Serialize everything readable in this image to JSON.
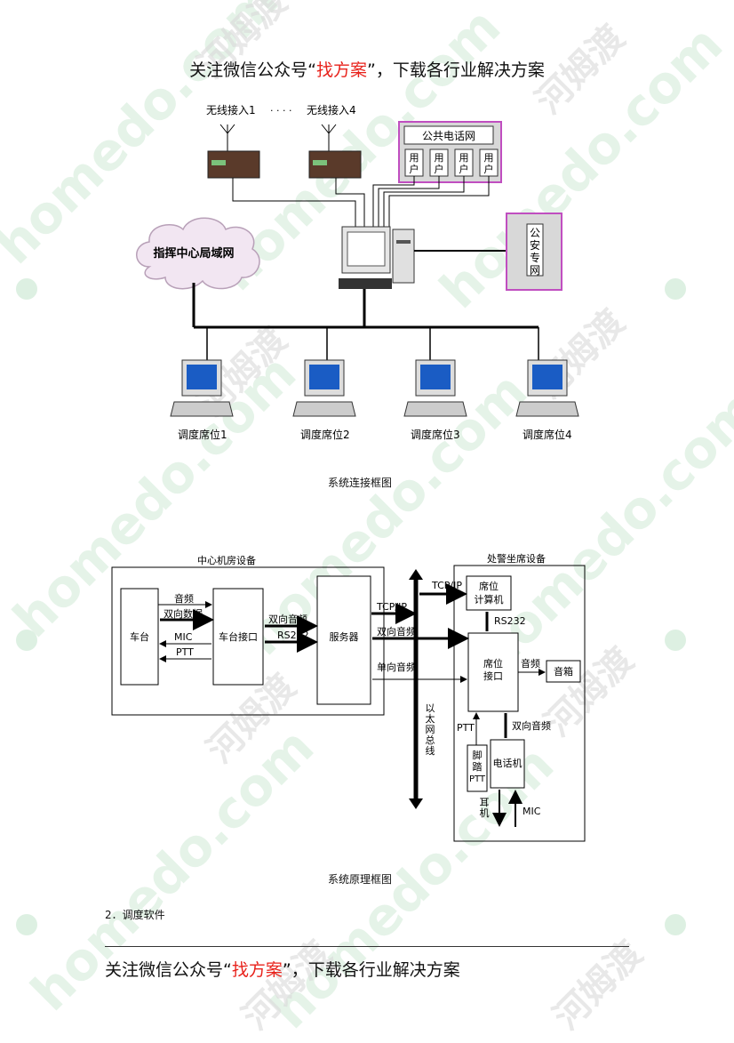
{
  "header": {
    "prefix": "关注微信公众号“",
    "highlight": "找方案",
    "suffix": "”，下载各行业解决方案"
  },
  "diagram1": {
    "wireless_1": "无线接入1",
    "dots": "· · · ·",
    "wireless_4": "无线接入4",
    "public_phone": "公共电话网",
    "user_top": "用",
    "user_bottom": "户",
    "police_net": [
      "公",
      "安",
      "专",
      "网"
    ],
    "lan": "指挥中心局域网",
    "seats": [
      "调度席位1",
      "调度席位2",
      "调度席位3",
      "调度席位4"
    ],
    "caption": "系统连接框图"
  },
  "diagram2": {
    "center_room": "中心机房设备",
    "dispatch_seat": "处警坐席设备",
    "radio": "车台",
    "audio": "音频",
    "two_way_data": "双向数据",
    "mic": "MIC",
    "ptt": "PTT",
    "radio_interface": "车台接口",
    "two_way_audio": "双向音频",
    "rs232": "RS232",
    "server": "服务器",
    "tcpip": "TCP/IP",
    "one_way_audio": "单向音频",
    "seat_computer": [
      "席位",
      "计算机"
    ],
    "seat_interface": [
      "席位",
      "接口"
    ],
    "speaker": "音箱",
    "ethernet_bus": [
      "以",
      "太",
      "网",
      "总",
      "线"
    ],
    "foot_ptt": [
      "脚",
      "踏",
      "PTT"
    ],
    "telephone": "电话机",
    "earphone": [
      "耳",
      "机"
    ],
    "caption": "系统原理框图"
  },
  "section_title": "2．调度软件",
  "watermark": {
    "site": "homedo.com",
    "brand": "河姆渡"
  },
  "colors": {
    "highlight": "#e8221b",
    "pink_border": "#c04ec0",
    "cloud_fill": "#f2e6f2",
    "watermark_green": "#8fd0a8",
    "watermark_yellow": "#e6e06a"
  }
}
